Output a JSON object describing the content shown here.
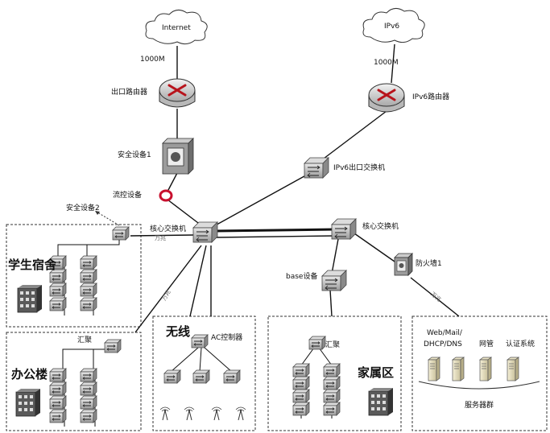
{
  "nodes": {
    "internet": "Internet",
    "ipv6_cloud": "IPv6",
    "bw_internet": "1000M",
    "bw_ipv6": "1000M",
    "exit_router": "出口路由器",
    "ipv6_router": "IPv6路由器",
    "security1": "安全设备1",
    "flow_control": "流控设备",
    "security2": "安全设备2",
    "ipv6_exit_switch": "IPv6出口交换机",
    "core_switch_1": "核心交换机",
    "core_switch_2": "核心交换机",
    "base_device": "base设备",
    "firewall1": "防火墙1",
    "ac_controller": "AC控制器",
    "agg_office": "汇聚",
    "agg_family": "汇聚",
    "server_web": "Web/Mail/",
    "server_dhcp": "DHCP/DNS",
    "server_netmgmt": "网管",
    "server_auth": "认证系统",
    "server_group": "服务器群"
  },
  "areas": {
    "dorm": "学生宿舍",
    "office": "办公楼",
    "wireless": "无线",
    "family": "家属区"
  },
  "link_labels": {
    "l1": "万兆",
    "l2": "万兆",
    "l3": "万兆"
  }
}
